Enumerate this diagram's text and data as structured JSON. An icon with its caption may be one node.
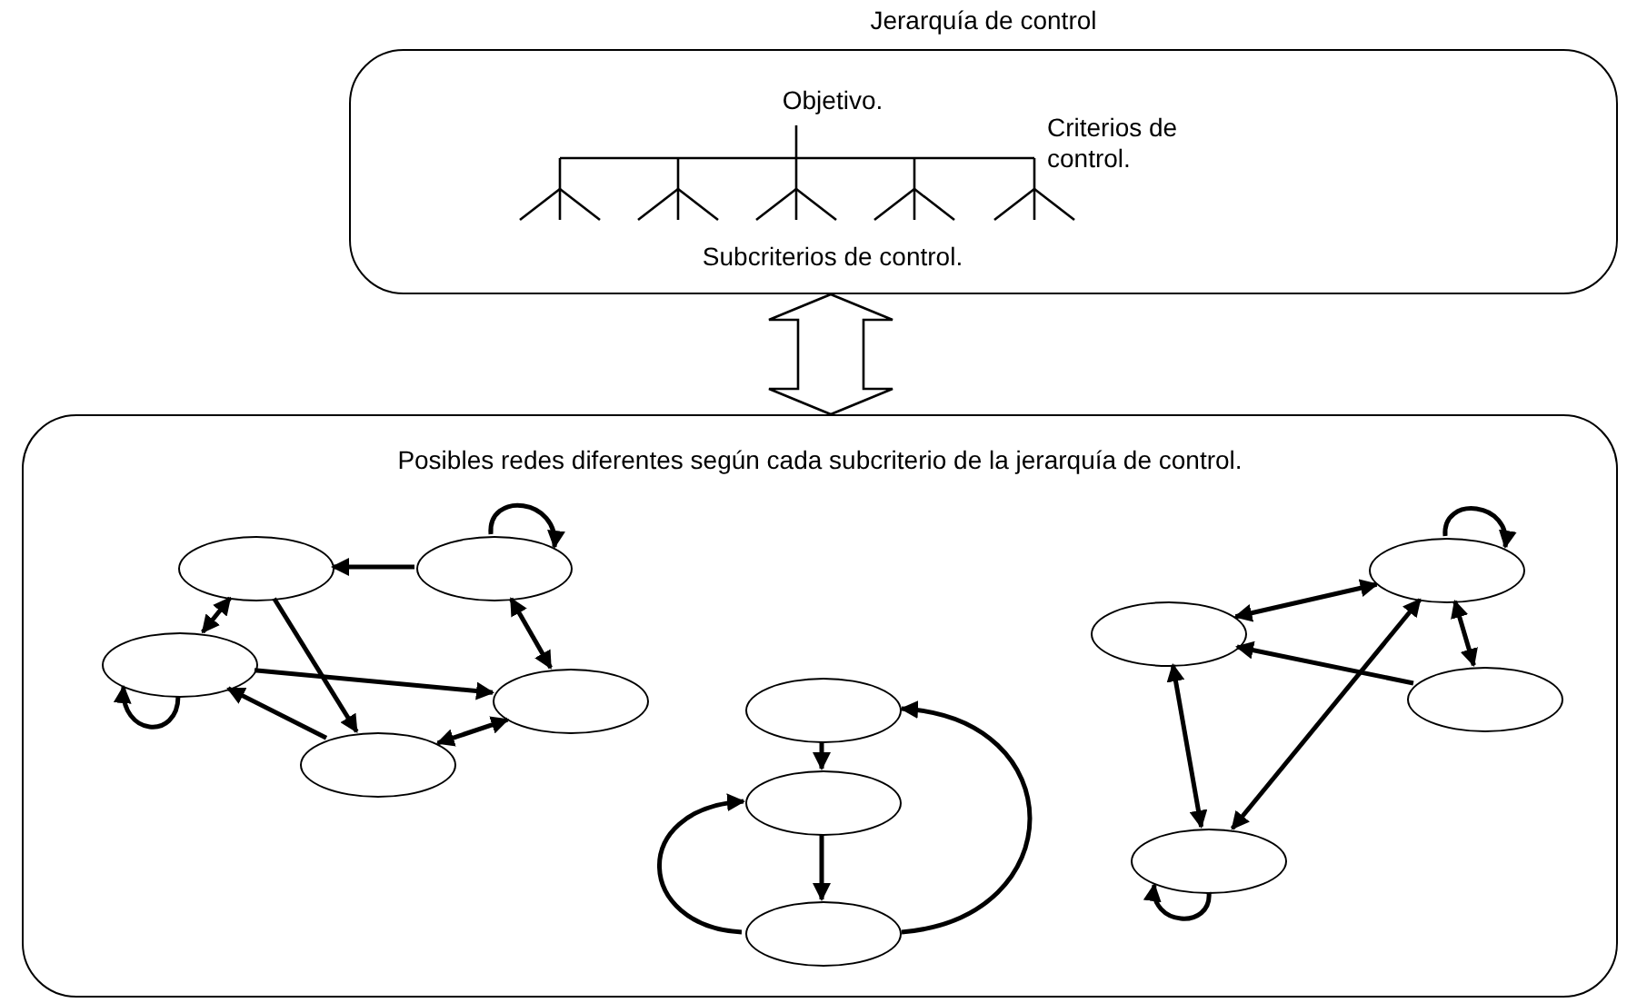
{
  "diagram": {
    "nodes": [
      {
        "text": [
          "Jerarquía de control",
          "Objetivo.",
          "Criterios de control.",
          "Subcriterios de control."
        ]
      },
      {
        "text": [
          "Posibles redes diferentes según cada subcriterio de la jerarquía de control."
        ]
      },
      {
        "text": [],
        "shape": "ellipse",
        "in": 1
      },
      {
        "text": [],
        "shape": "ellipse",
        "in": 1
      },
      {
        "text": [],
        "shape": "ellipse",
        "in": 1
      },
      {
        "text": [],
        "shape": "ellipse",
        "in": 1
      },
      {
        "text": [],
        "shape": "ellipse",
        "in": 1
      },
      {
        "text": [],
        "shape": "ellipse",
        "in": 1
      },
      {
        "text": [],
        "shape": "ellipse",
        "in": 1
      },
      {
        "text": [],
        "shape": "ellipse",
        "in": 1
      },
      {
        "text": [],
        "shape": "ellipse",
        "in": 1
      },
      {
        "text": [],
        "shape": "ellipse",
        "in": 1
      },
      {
        "text": [],
        "shape": "ellipse",
        "in": 1
      },
      {
        "text": [],
        "shape": "ellipse",
        "in": 1
      }
    ],
    "edges": [
      {
        "from": 0,
        "to": 1,
        "arrow": "both"
      },
      {
        "from": 3,
        "to": 2,
        "arrow": "to"
      },
      {
        "from": 2,
        "to": 4,
        "arrow": "both"
      },
      {
        "from": 2,
        "to": 6,
        "arrow": "to"
      },
      {
        "from": 3,
        "to": 3,
        "arrow": "to"
      },
      {
        "from": 3,
        "to": 5,
        "arrow": "both"
      },
      {
        "from": 4,
        "to": 4,
        "arrow": "to"
      },
      {
        "from": 4,
        "to": 5,
        "arrow": "to"
      },
      {
        "from": 6,
        "to": 4,
        "arrow": "to"
      },
      {
        "from": 6,
        "to": 5,
        "arrow": "both"
      },
      {
        "from": 7,
        "to": 8,
        "arrow": "to"
      },
      {
        "from": 8,
        "to": 9,
        "arrow": "to"
      },
      {
        "from": 9,
        "to": 8,
        "arrow": "to"
      },
      {
        "from": 9,
        "to": 7,
        "arrow": "to"
      },
      {
        "from": 10,
        "to": 11,
        "arrow": "both"
      },
      {
        "from": 10,
        "to": 10,
        "arrow": "to"
      },
      {
        "from": 10,
        "to": 12,
        "arrow": "both"
      },
      {
        "from": 12,
        "to": 11,
        "arrow": "to"
      },
      {
        "from": 11,
        "to": 13,
        "arrow": "both"
      },
      {
        "from": 10,
        "to": 13,
        "arrow": "both"
      },
      {
        "from": 13,
        "to": 13,
        "arrow": "to"
      }
    ]
  }
}
